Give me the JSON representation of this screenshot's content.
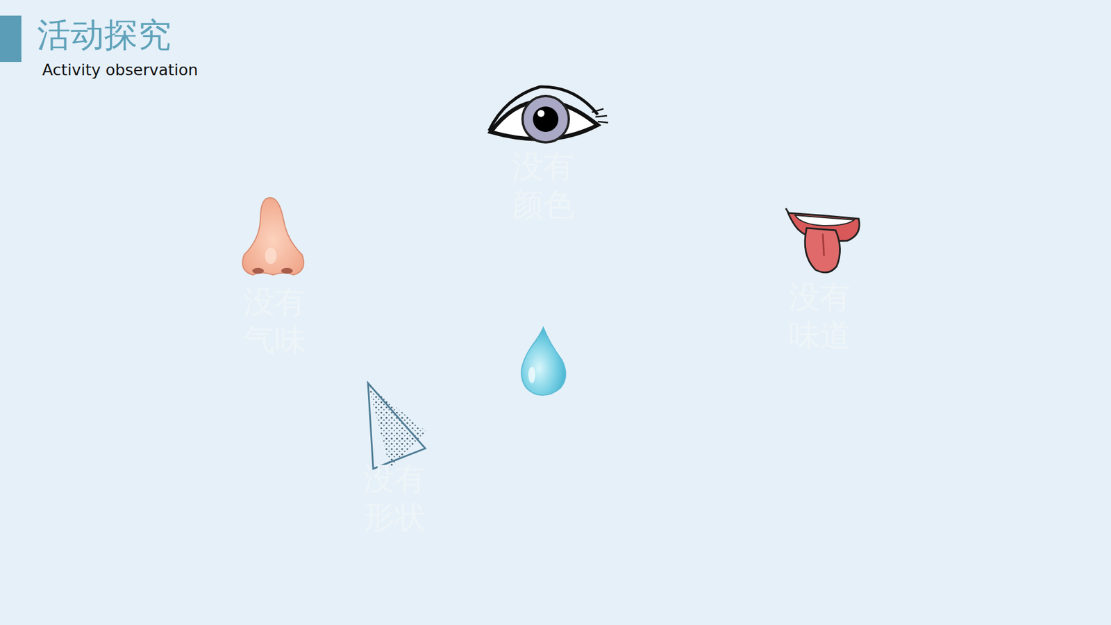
{
  "diagram": {
    "title": "活动探究",
    "nodes": [
      {
        "text": [
          "没有 颜色"
        ]
      },
      {
        "text": [
          "没有 气味"
        ]
      },
      {
        "text": [
          "没有 味道"
        ]
      },
      {
        "text": []
      },
      {
        "text": [
          "没有 形状"
        ]
      },
      {
        "text": []
      }
    ],
    "edges": [
      {
        "from": 3,
        "to": 0,
        "arrow": "none"
      },
      {
        "from": 3,
        "to": 1,
        "arrow": "none"
      },
      {
        "from": 3,
        "to": 2,
        "arrow": "none"
      },
      {
        "from": 3,
        "to": 4,
        "arrow": "none"
      },
      {
        "from": 3,
        "to": 5,
        "arrow": "none"
      }
    ],
    "labels": [
      "Activity observation"
    ]
  }
}
